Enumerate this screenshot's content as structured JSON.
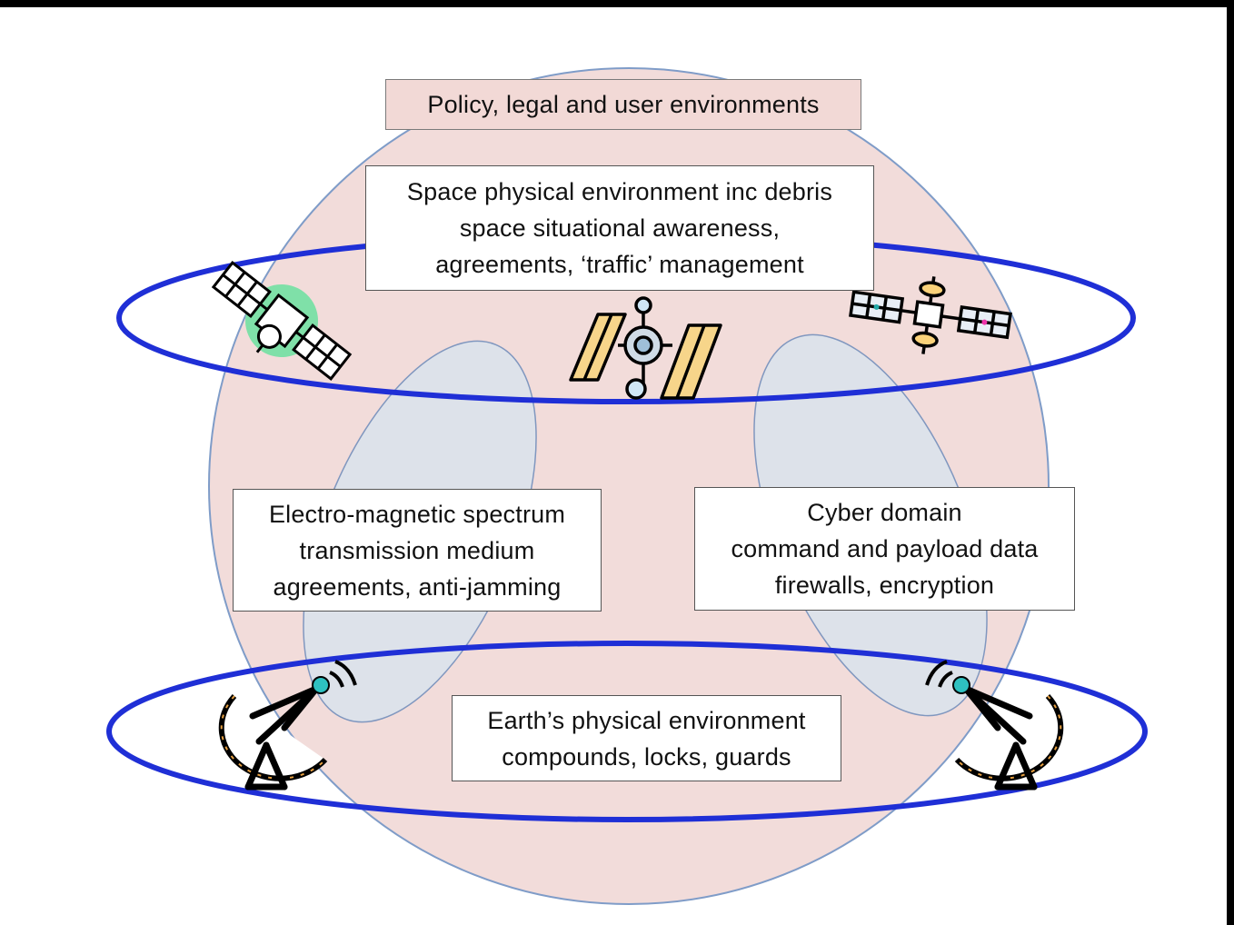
{
  "colors": {
    "sphere_fill": "#f2dcda",
    "sphere_stroke": "#7f9cc8",
    "orbit_ring": "#1f2fd6",
    "beam_fill": "#dde2ea",
    "policy_box_fill": "#f2d9d6"
  },
  "icons": {
    "left_satellite": "satellite-icon",
    "center_satellite": "space-station-icon",
    "right_satellite": "satellite-icon",
    "left_ground": "satellite-dish-icon",
    "right_ground": "satellite-dish-icon"
  },
  "labels": {
    "policy": "Policy, legal and user environments",
    "space": [
      "Space physical environment inc debris",
      "space situational awareness,",
      "agreements, ‘traffic’ management"
    ],
    "spectrum": [
      "Electro-magnetic spectrum",
      "transmission medium",
      "agreements, anti-jamming"
    ],
    "cyber": [
      "Cyber domain",
      "command and payload data",
      "firewalls, encryption"
    ],
    "earth": [
      "Earth’s physical environment",
      "compounds, locks, guards"
    ]
  }
}
